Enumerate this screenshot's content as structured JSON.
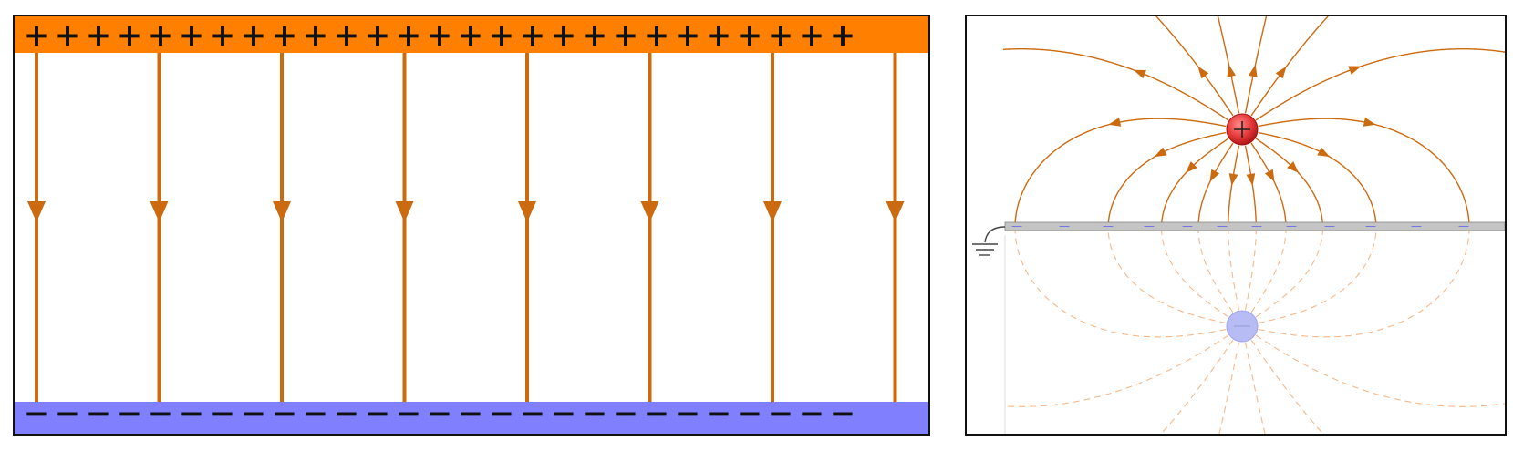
{
  "colors": {
    "positive_plate": "#FF8000",
    "negative_plate": "#8080FF",
    "field_line": "#CC6A10",
    "image_field_line": "#F7B88A",
    "positive_charge": "#E63A3A",
    "image_charge": "#B8BCF5",
    "conductor": "#C4C4C4",
    "induced_charge": "#6A6AE8"
  },
  "icons": {
    "arrow": "triangle-arrowhead-icon",
    "ground": "ground-symbol-icon"
  },
  "parallel_plates": {
    "positive_symbol": "+",
    "negative_symbol": "−",
    "positive_sign_count": 27,
    "negative_sign_count": 27,
    "field_line_count": 8
  },
  "point_charge_over_plane": {
    "charge_symbol": "+",
    "image_charge_symbol": "—",
    "surface_charge_symbol": "—",
    "surface_charge_count": 12
  }
}
